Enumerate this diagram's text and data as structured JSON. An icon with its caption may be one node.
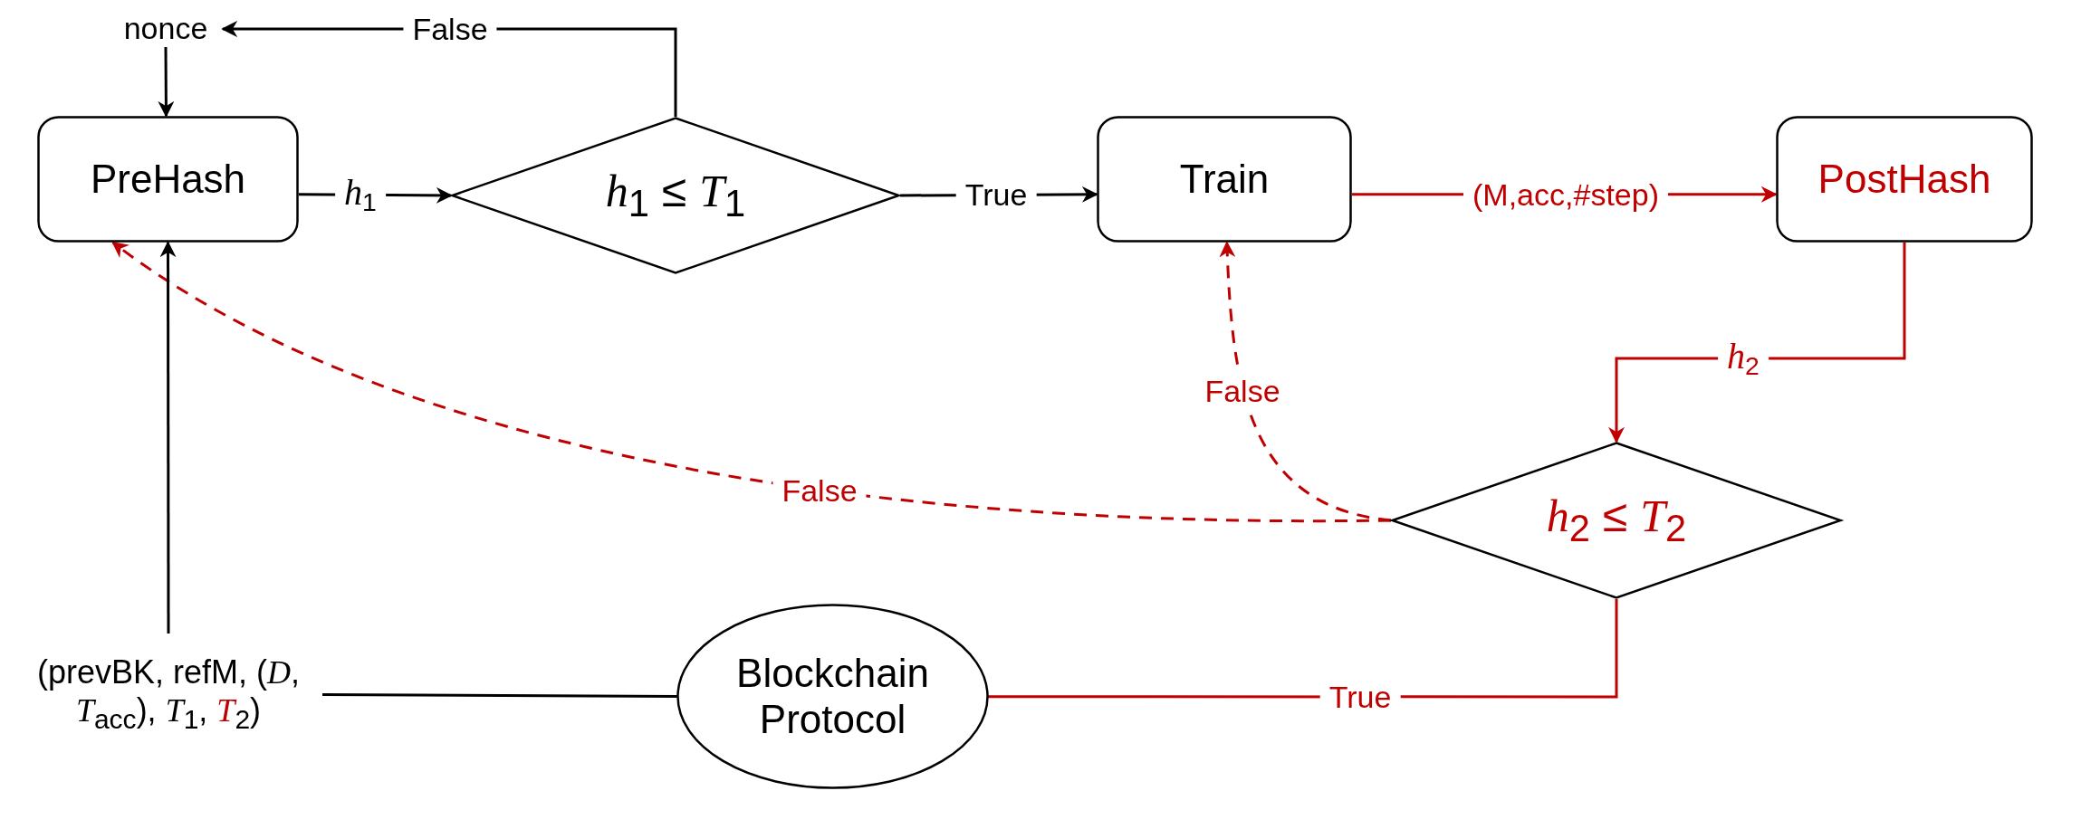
{
  "diagram": {
    "nodes": [
      {
        "text": [
          "nonce"
        ]
      },
      {
        "text": [
          "PreHash"
        ]
      },
      {
        "text": [
          "*h*$_{1}$ ≤ *T*$_{1}$"
        ]
      },
      {
        "text": [
          "Train"
        ]
      },
      {
        "text": [
          "PostHash"
        ]
      },
      {
        "text": [
          "*h*$_{2}$ ≤ *T*$_{2}$"
        ]
      },
      {
        "text": [
          "(prevBK, refM, (*D*, *T*$_{acc}$), *T*$_{1}$, *T*$_{2}$)"
        ]
      },
      {
        "text": [
          "Blockchain Protocol"
        ]
      }
    ],
    "edges": [
      {
        "from": 0,
        "to": 1,
        "arrow": "to"
      },
      {
        "from": 2,
        "to": 0,
        "arrow": "to",
        "label": "False"
      },
      {
        "from": 1,
        "to": 2,
        "arrow": "to",
        "label": "*h*$_{1}$"
      },
      {
        "from": 2,
        "to": 3,
        "arrow": "to",
        "label": "True"
      },
      {
        "from": 3,
        "to": 4,
        "arrow": "to",
        "label": "(M,acc,#step)",
        "color": "#c00000"
      },
      {
        "from": 4,
        "to": 5,
        "arrow": "to",
        "label": "*h*$_{2}$",
        "color": "#c00000"
      },
      {
        "from": 5,
        "to": 3,
        "arrow": "to",
        "label": "False",
        "style": "dashed",
        "color": "#c00000"
      },
      {
        "from": 5,
        "to": 1,
        "arrow": "to",
        "label": "False",
        "style": "dashed",
        "color": "#c00000"
      },
      {
        "from": 5,
        "to": 7,
        "arrow": "to",
        "label": "True",
        "color": "#c00000"
      },
      {
        "from": 6,
        "to": 1,
        "arrow": "to"
      },
      {
        "from": 6,
        "to": 7,
        "arrow": "none"
      }
    ]
  }
}
